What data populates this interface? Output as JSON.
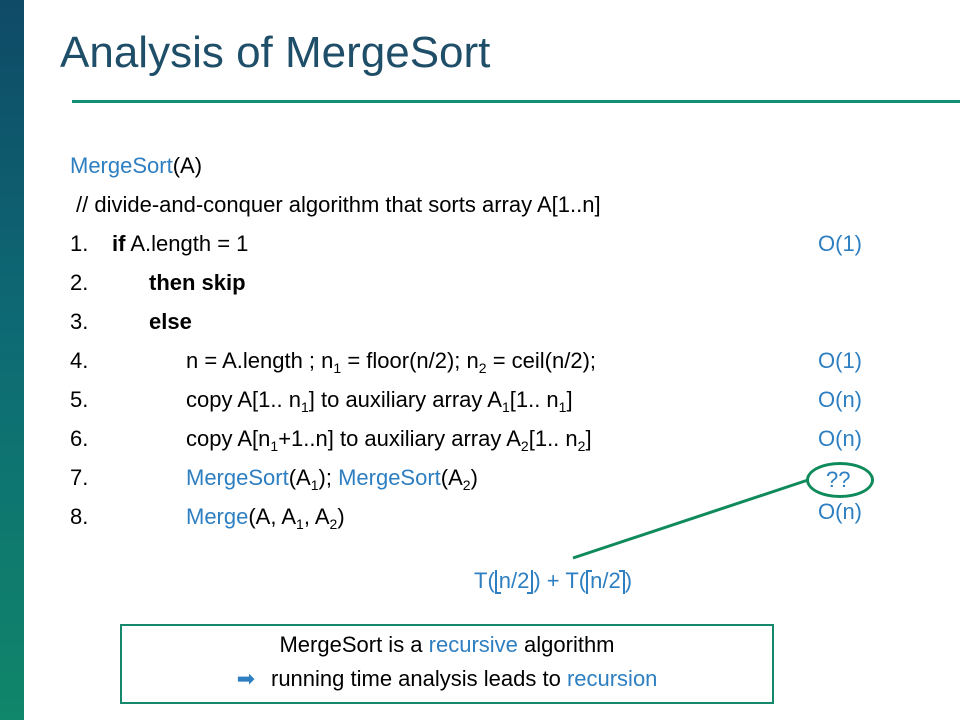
{
  "slide": {
    "title": "Analysis of MergeSort"
  },
  "code": {
    "header_name": "MergeSort",
    "header_args": "(A)",
    "comment": "// divide-and-conquer algorithm that sorts array A[1..n]",
    "line1": {
      "num": "1.",
      "kw": "if",
      "text": " A.length = 1"
    },
    "line2": {
      "num": "2.",
      "kw": "then skip"
    },
    "line3": {
      "num": "3.",
      "kw": "else"
    },
    "line4": {
      "num": "4.",
      "a": "n = A.length ; n",
      "s1": "1",
      "b": " = floor(n/2); n",
      "s2": "2",
      "c": " = ceil(n/2);"
    },
    "line5": {
      "num": "5.",
      "a": "copy A[1.. n",
      "s1": "1",
      "b": "] to auxiliary array A",
      "s2": "1",
      "c": "[1.. n",
      "s3": "1",
      "d": "]"
    },
    "line6": {
      "num": "6.",
      "a": "copy A[n",
      "s1": "1",
      "b": "+1..n] to auxiliary array A",
      "s2": "2",
      "c": "[1.. n",
      "s3": "2",
      "d": "]"
    },
    "line7": {
      "num": "7.",
      "f1": "MergeSort",
      "a": "(A",
      "s1": "1",
      "b": "); ",
      "f2": "MergeSort",
      "c": "(A",
      "s2": "2",
      "d": ")"
    },
    "line8": {
      "num": "8.",
      "f1": "Merge",
      "a": "(A, A",
      "s1": "1",
      "b": ", A",
      "s2": "2",
      "c": ")"
    }
  },
  "costs": {
    "line1": "O(1)",
    "line4": "O(1)",
    "line5": "O(n)",
    "line6": "O(n)",
    "line7": "??",
    "line8": "O(n)"
  },
  "recurrence": {
    "t1": "T(",
    "arg1": "n/2",
    "mid": ") + T(",
    "arg2": "n/2",
    "end": ")"
  },
  "note": {
    "l1_a": "MergeSort is a ",
    "l1_b": "recursive",
    "l1_c": " algorithm",
    "l2_a": "running time analysis leads to ",
    "l2_b": "recursion"
  },
  "colors": {
    "accent_blue": "#2e7fc1",
    "title_blue": "#1f4e69",
    "accent_green": "#108f73"
  },
  "icons": {
    "arrow": "right-arrow-icon"
  }
}
